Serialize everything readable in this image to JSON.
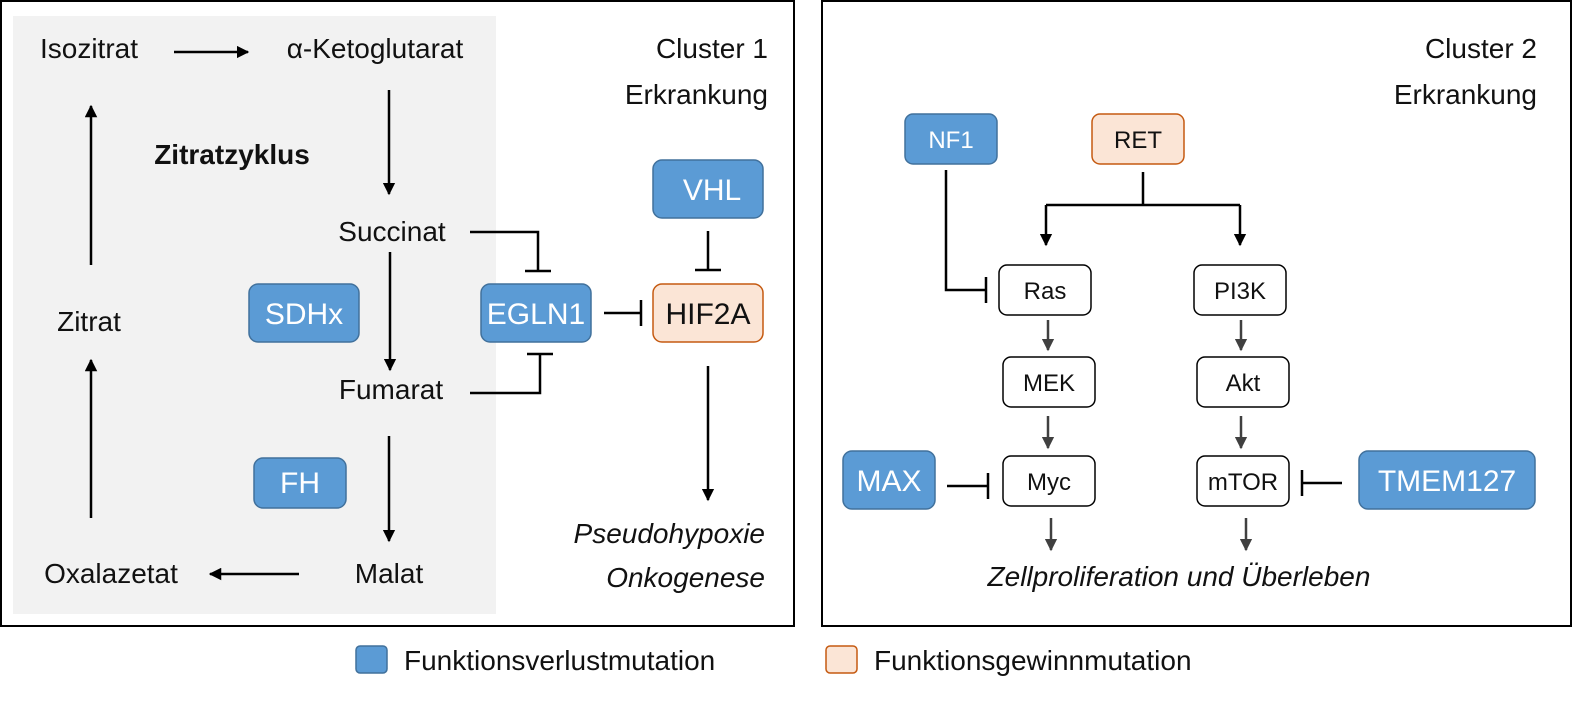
{
  "cluster1": {
    "title_line1": "Cluster 1",
    "title_line2": "Erkrankung",
    "cycle_title": "Zitratzyklus",
    "metabolites": {
      "isozitrat": "Isozitrat",
      "ketoglutarat": "α-Ketoglutarat",
      "succinat": "Succinat",
      "fumarat": "Fumarat",
      "malat": "Malat",
      "oxalazetat": "Oxalazetat",
      "zitrat": "Zitrat"
    },
    "genes": {
      "sdhx": "SDHx",
      "fh": "FH",
      "egln1": "EGLN1",
      "vhl": "VHL",
      "hif2a": "HIF2A"
    },
    "outcome_line1": "Pseudohypoxie",
    "outcome_line2": "Onkogenese"
  },
  "cluster2": {
    "title_line1": "Cluster 2",
    "title_line2": "Erkrankung",
    "genes": {
      "nf1": "NF1",
      "ret": "RET",
      "max": "MAX",
      "tmem127": "TMEM127"
    },
    "nodes": {
      "ras": "Ras",
      "mek": "MEK",
      "myc": "Myc",
      "pi3k": "PI3K",
      "akt": "Akt",
      "mtor": "mTOR"
    },
    "outcome": "Zellproliferation und Überleben"
  },
  "legend": {
    "loss_label": "Funktionsverlustmutation",
    "gain_label": "Funktionsgewinnmutation",
    "loss_color": "#5b9bd5",
    "gain_color": "#fbe5d6"
  }
}
